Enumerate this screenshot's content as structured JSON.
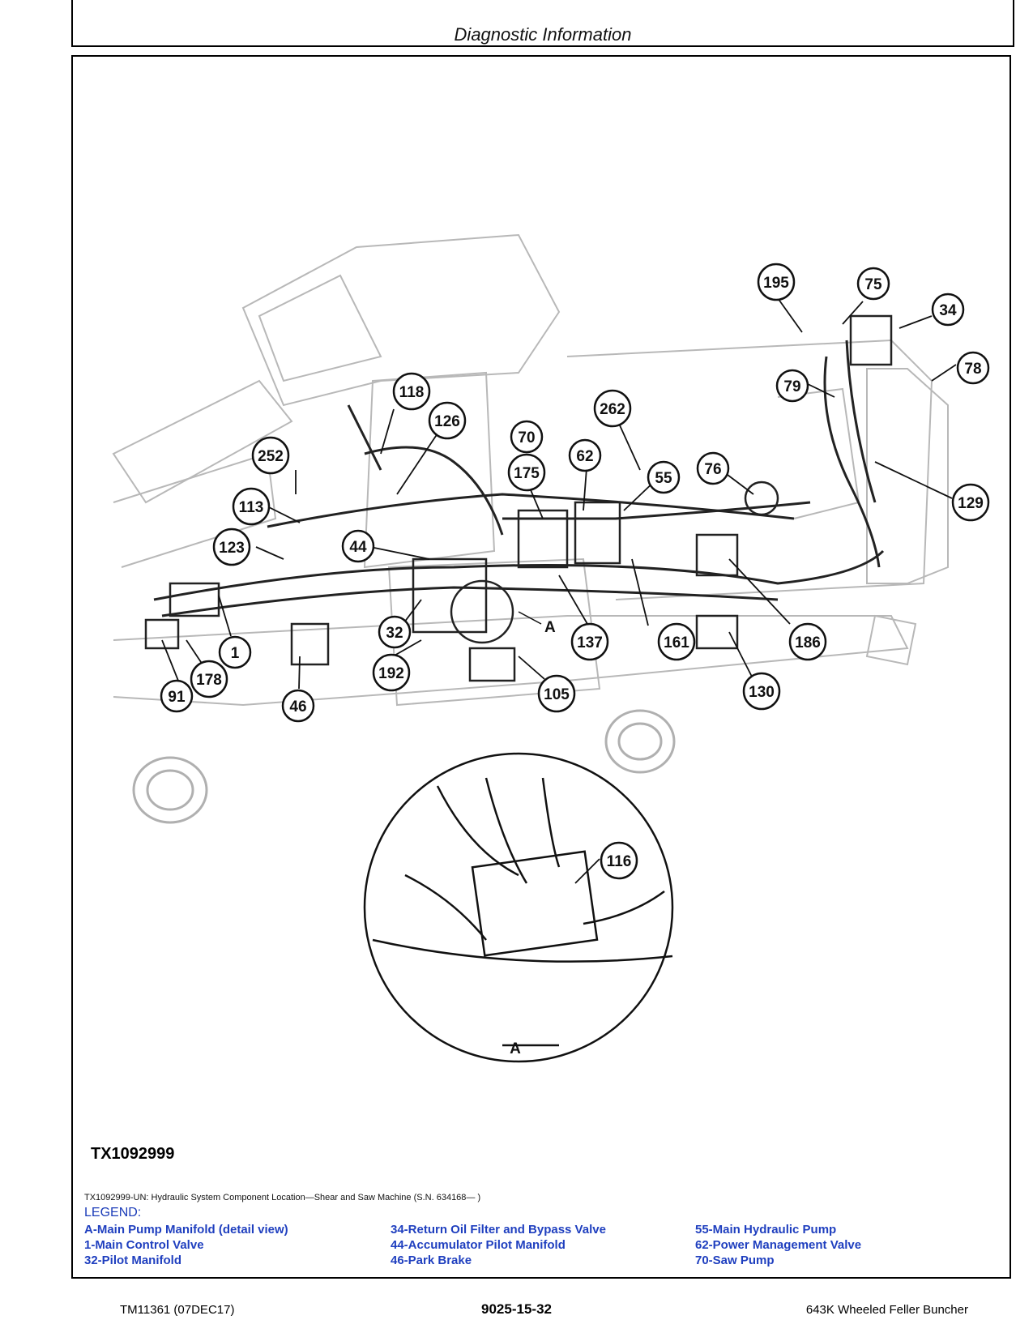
{
  "header": {
    "title": "Diagnostic Information"
  },
  "figure": {
    "id": "TX1092999",
    "detail_label": "A",
    "callouts": [
      "195",
      "75",
      "34",
      "78",
      "79",
      "129",
      "118",
      "126",
      "262",
      "70",
      "62",
      "175",
      "55",
      "76",
      "252",
      "113",
      "123",
      "44",
      "32",
      "1",
      "178",
      "91",
      "46",
      "192",
      "105",
      "137",
      "161",
      "130",
      "186",
      "116",
      "A"
    ]
  },
  "caption": "TX1092999-UN: Hydraulic System Component Location—Shear and Saw Machine (S.N. 634168— )",
  "legend": {
    "title": "LEGEND:",
    "col1": [
      "A-Main Pump Manifold (detail view)",
      "1-Main Control Valve",
      "32-Pilot Manifold"
    ],
    "col2": [
      "34-Return Oil Filter and Bypass Valve",
      "44-Accumulator Pilot Manifold",
      "46-Park Brake"
    ],
    "col3": [
      "55-Main Hydraulic Pump",
      "62-Power Management Valve",
      "70-Saw Pump"
    ]
  },
  "footer": {
    "left": "TM11361 (07DEC17)",
    "center": "9025-15-32",
    "right": "643K Wheeled Feller Buncher"
  }
}
